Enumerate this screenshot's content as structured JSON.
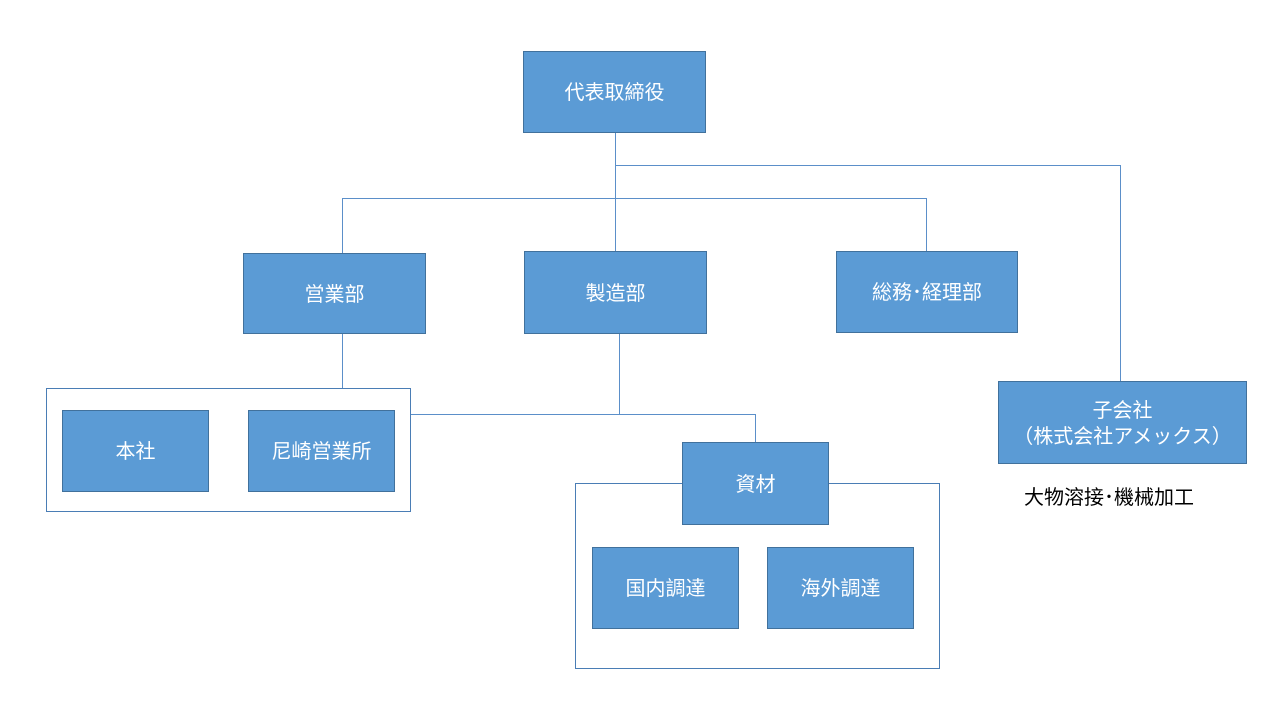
{
  "ceo": "代表取締役",
  "departments": {
    "sales": "営業部",
    "manufacturing": "製造部",
    "admin": "総務･経理部"
  },
  "subsidiary": {
    "line1": "子会社",
    "line2": "（株式会社アメックス）",
    "caption": "大物溶接･機械加工"
  },
  "sales_units": {
    "head_office": "本社",
    "amagasaki": "尼崎営業所"
  },
  "materials": {
    "title": "資材",
    "domestic": "国内調達",
    "overseas": "海外調達"
  },
  "colors": {
    "box_fill": "#5b9bd5",
    "box_border": "#41719c",
    "connector": "#5b8fc9"
  }
}
